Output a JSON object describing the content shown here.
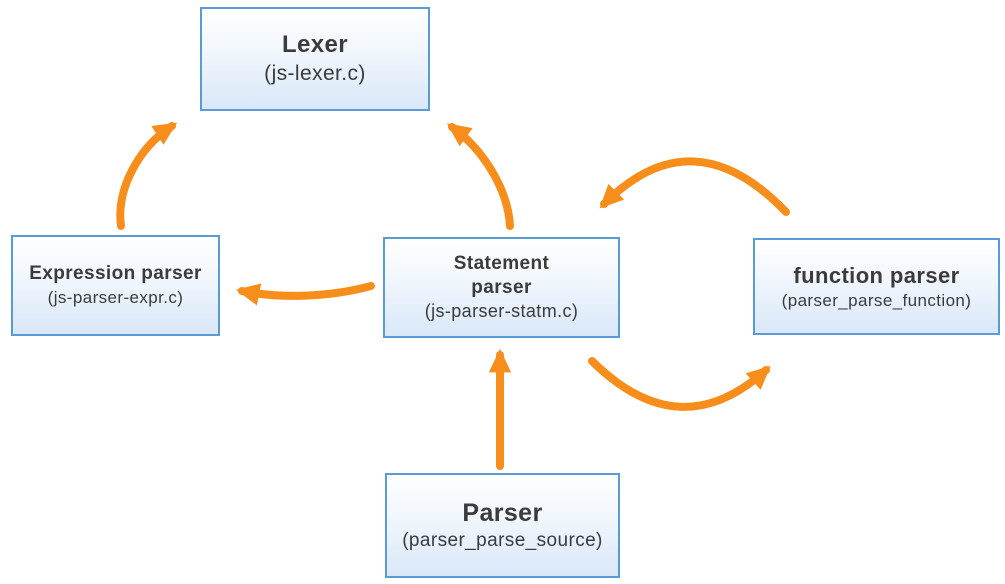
{
  "diagram": {
    "nodes": {
      "lexer": {
        "title": "Lexer",
        "subtitle": "(js-lexer.c)"
      },
      "expression_parser": {
        "title": "Expression parser",
        "subtitle": "(js-parser-expr.c)"
      },
      "statement_parser": {
        "title": "Statement parser",
        "subtitle": "(js-parser-statm.c)"
      },
      "function_parser": {
        "title": "function parser",
        "subtitle": "(parser_parse_function)"
      },
      "parser": {
        "title": "Parser",
        "subtitle": "(parser_parse_source)"
      }
    },
    "edges": [
      {
        "from": "expression_parser",
        "to": "lexer",
        "style": "curved"
      },
      {
        "from": "statement_parser",
        "to": "lexer",
        "style": "curved"
      },
      {
        "from": "statement_parser",
        "to": "expression_parser",
        "style": "curved"
      },
      {
        "from": "function_parser",
        "to": "statement_parser",
        "style": "arc-top"
      },
      {
        "from": "statement_parser",
        "to": "function_parser",
        "style": "arc-bottom"
      },
      {
        "from": "parser",
        "to": "statement_parser",
        "style": "straight"
      }
    ],
    "colors": {
      "arrow": "#F78E1C",
      "node_border": "#5B9BD5",
      "node_fill_top": "#FEFFFF",
      "node_fill_bottom": "#D9E7F8",
      "text": "#3B3B3B",
      "background": "#FFFFFF"
    }
  }
}
